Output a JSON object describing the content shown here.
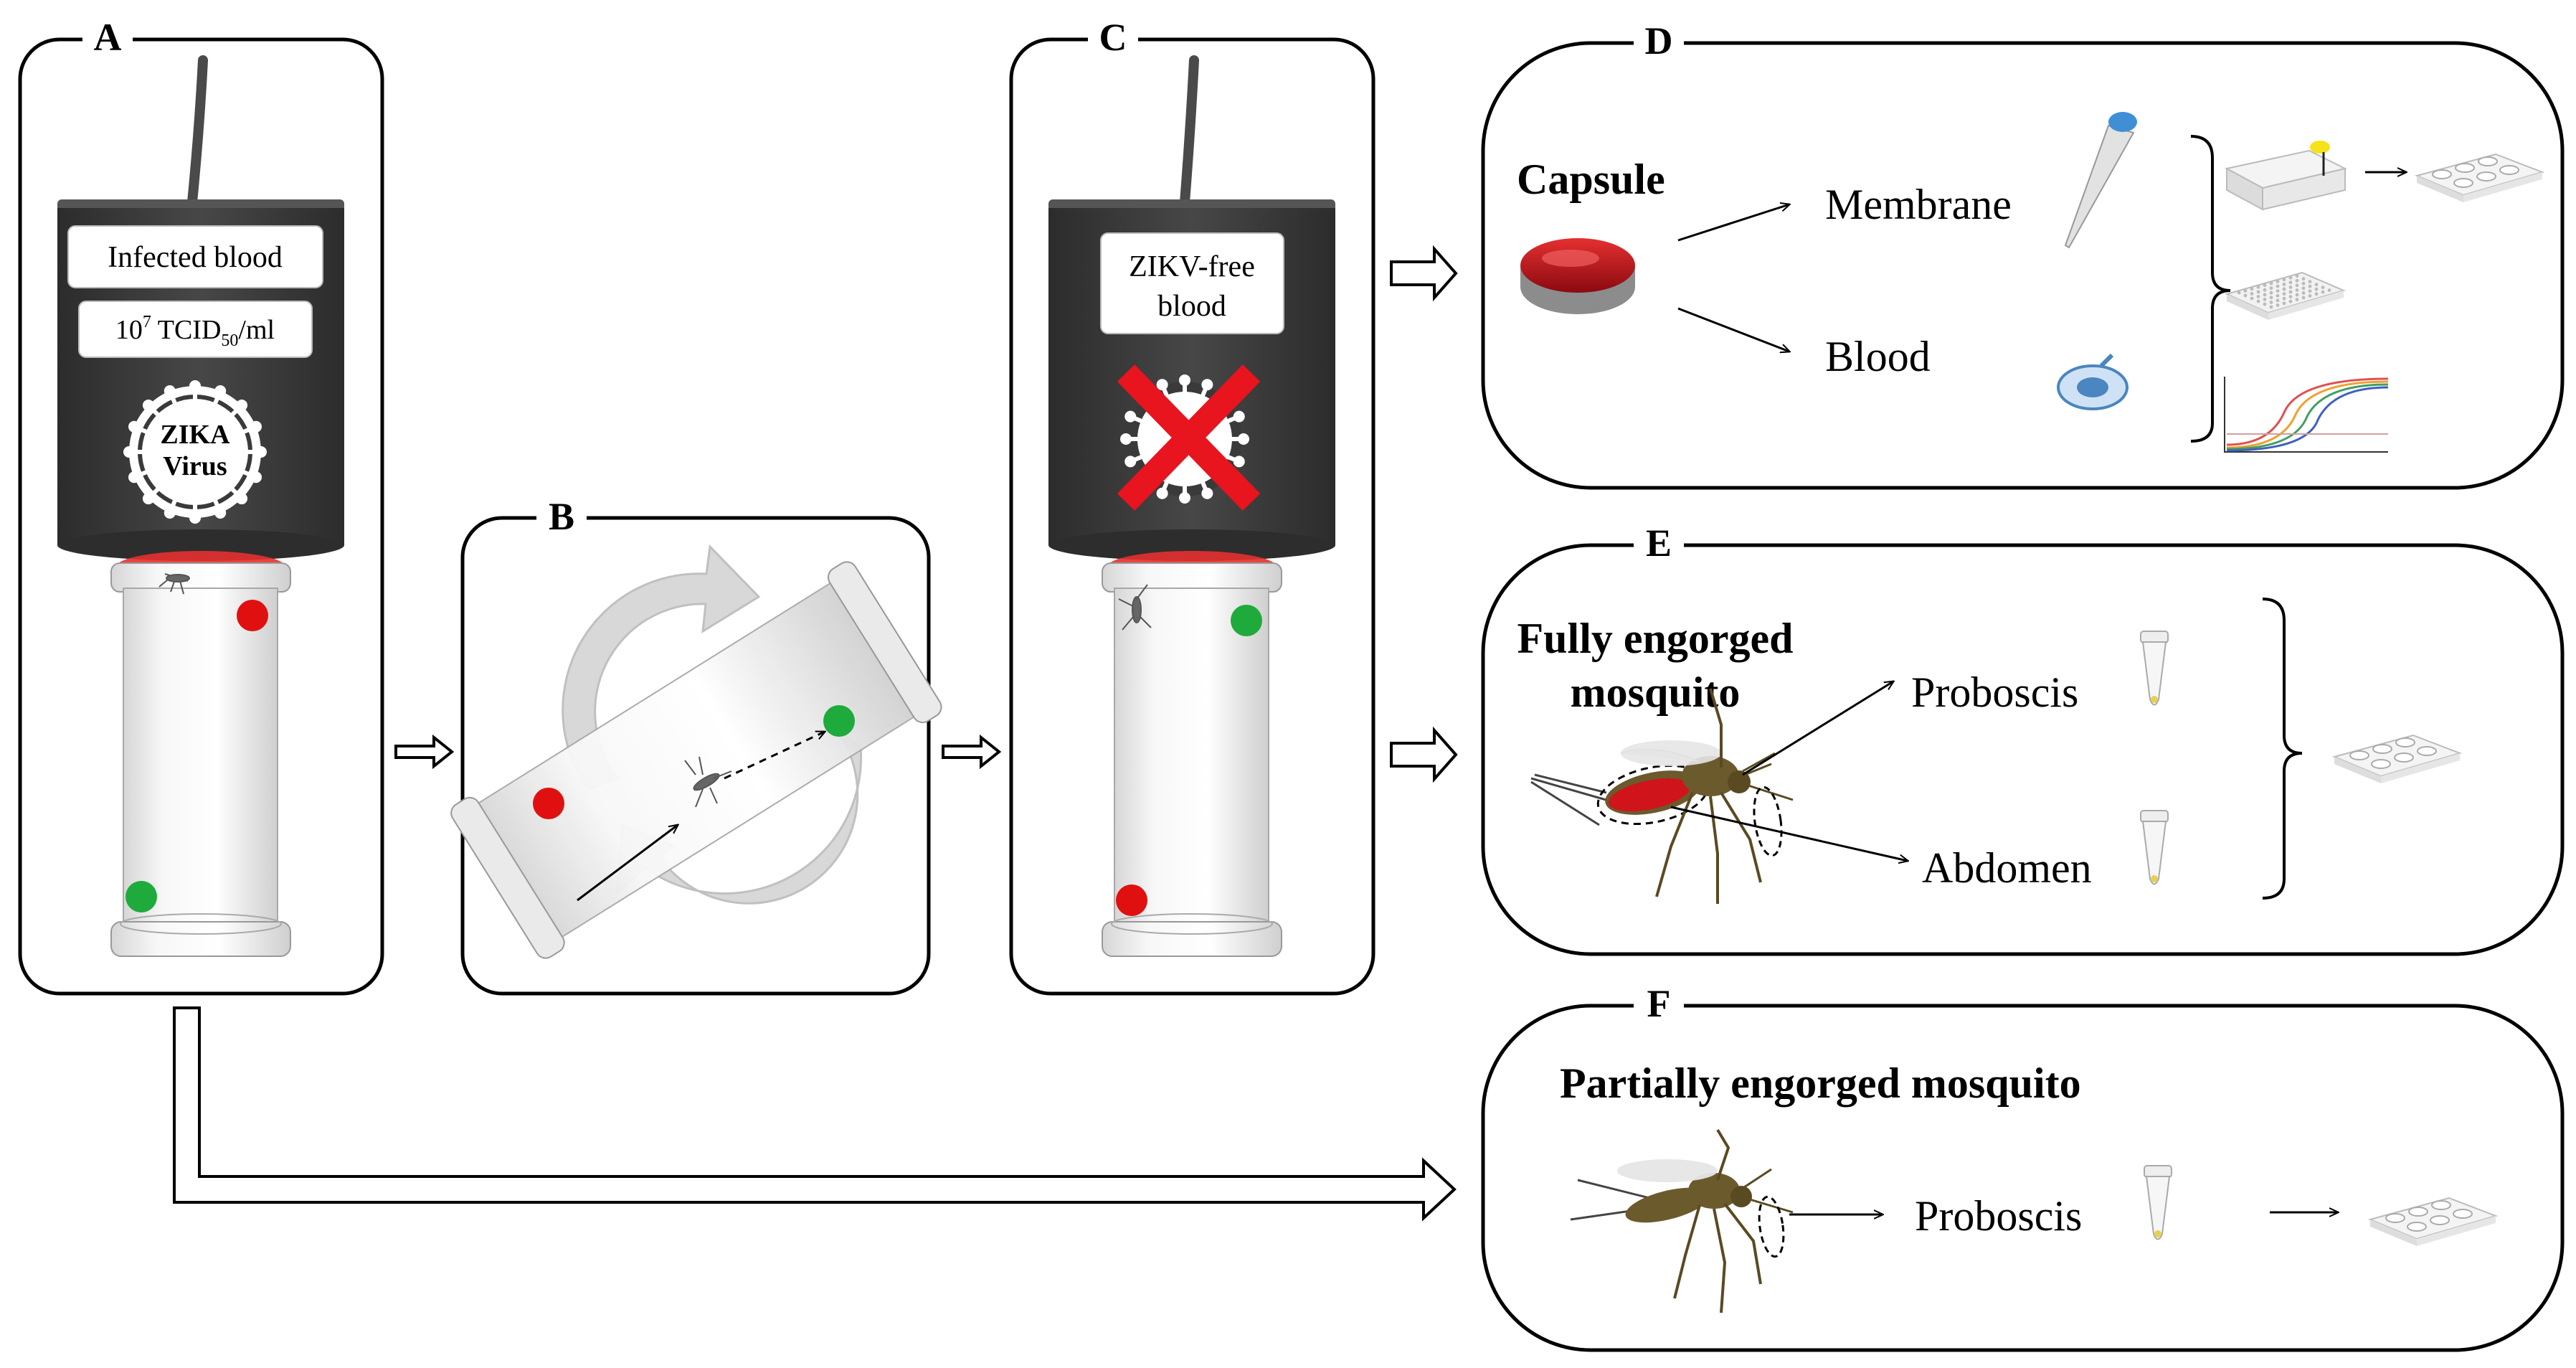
{
  "panels": {
    "A": {
      "letter": "A",
      "feeder_label": "Infected blood",
      "titer_base": "10",
      "titer_exp": "7",
      "titer_unit": " TCID",
      "titer_sub": "50",
      "titer_suffix": "/ml",
      "virus_line1": "ZIKA",
      "virus_line2": "Virus"
    },
    "B": {
      "letter": "B"
    },
    "C": {
      "letter": "C",
      "feeder_line1": "ZIKV-free",
      "feeder_line2": "blood"
    },
    "D": {
      "letter": "D",
      "capsule": "Capsule",
      "membrane": "Membrane",
      "blood": "Blood"
    },
    "E": {
      "letter": "E",
      "title_line1": "Fully engorged",
      "title_line2": "mosquito",
      "proboscis": "Proboscis",
      "abdomen": "Abdomen"
    },
    "F": {
      "letter": "F",
      "title": "Partially engorged mosquito",
      "proboscis": "Proboscis"
    }
  },
  "colors": {
    "feeder_body": "#3a3a3a",
    "dot_red": "#e01010",
    "dot_green": "#1faa3c",
    "cross": "#e8141e",
    "capsule_red": "#c8101a",
    "glass": "#e4e4e4"
  },
  "icons": [
    "virus-icon",
    "cross-icon",
    "mosquito-icon",
    "pipette-tip-icon",
    "syringe-filter-icon",
    "cell-plate-icon",
    "well-plate-icon",
    "qpcr-curve-icon",
    "tube-icon",
    "rotation-arrow-icon"
  ]
}
